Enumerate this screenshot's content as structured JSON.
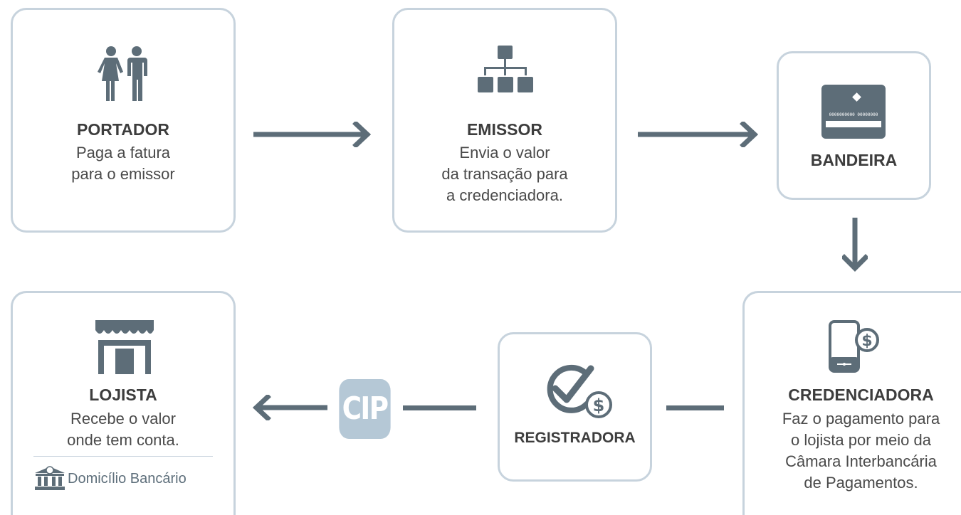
{
  "colors": {
    "icon": "#5d6d78",
    "border": "#c7d3dd",
    "cip_bg": "#b5c8d6"
  },
  "nodes": {
    "portador": {
      "title": "PORTADOR",
      "desc": "Paga a fatura\npara o emissor",
      "icon": "people-icon"
    },
    "emissor": {
      "title": "EMISSOR",
      "desc": "Envia o valor\nda transação para\na credenciadora.",
      "icon": "hierarchy-icon"
    },
    "bandeira": {
      "title": "BANDEIRA",
      "icon": "card-icon",
      "card_number": "0000000000 00000000"
    },
    "credenciadora": {
      "title": "CREDENCIADORA",
      "desc": "Faz o pagamento para\no lojista por meio da\nCâmara Interbancária\nde Pagamentos.",
      "icon": "phone-payment-icon"
    },
    "registradora": {
      "title": "REGISTRADORA",
      "icon": "check-dollar-icon"
    },
    "lojista": {
      "title": "LOJISTA",
      "desc": "Recebe o valor\nonde tem conta.",
      "icon": "store-icon",
      "domicilio": "Domicílio Bancário"
    }
  },
  "cip": {
    "label": "CIP"
  }
}
